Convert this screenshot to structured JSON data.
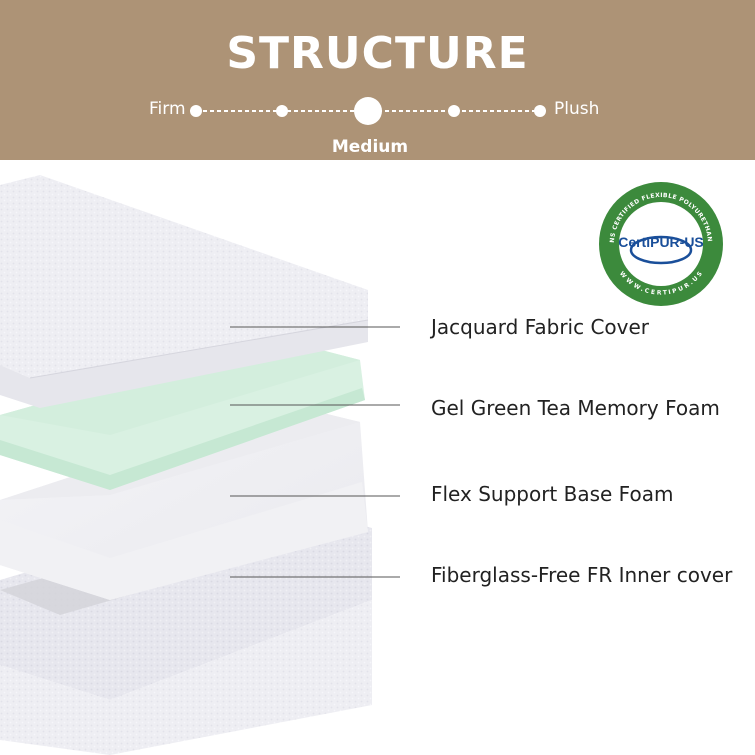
{
  "header": {
    "title": "STRUCTURE",
    "firmness_scale": {
      "left_label": "Firm",
      "right_label": "Plush",
      "selected_label": "Medium",
      "steps": 5,
      "selected_step": 3
    }
  },
  "layers": [
    {
      "label": "Jacquard Fabric Cover"
    },
    {
      "label": "Gel Green Tea Memory Foam"
    },
    {
      "label": "Flex Support Base Foam"
    },
    {
      "label": "Fiberglass-Free FR Inner cover"
    }
  ],
  "badge": {
    "name": "CertiPUR-US",
    "ring_text": "CONTAINS CERTIFIED FLEXIBLE POLYURETHANE FOAM",
    "url_text": "WWW.CERTIPUR.US"
  },
  "colors": {
    "header_bg": "#ad9376",
    "foam_green": "#cdebd8",
    "cert_green": "#3c8a3c",
    "cert_blue": "#1a4f9a"
  }
}
